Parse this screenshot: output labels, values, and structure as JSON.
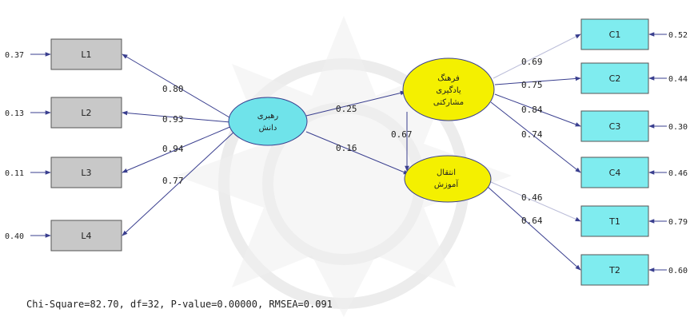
{
  "colors": {
    "indicator_gray": "#c8c8c8",
    "indicator_cyan": "#7fecef",
    "latent_cyan": "#6fe3ea",
    "latent_yellow": "#f4f000",
    "arrow": "#3a3f8f",
    "watermark": "#e9e9e9"
  },
  "latents": {
    "leadership": {
      "line1": "رهبری",
      "line2": "دانش"
    },
    "culture": {
      "line1": "فرهنگ",
      "line2": "یادگیری",
      "line3": "مشارکتی"
    },
    "transfer": {
      "line1": "انتقال",
      "line2": "آموزش"
    }
  },
  "indicators": {
    "L1": {
      "label": "L1",
      "error": "0.37",
      "loading": "0.80"
    },
    "L2": {
      "label": "L2",
      "error": "0.13",
      "loading": "0.93"
    },
    "L3": {
      "label": "L3",
      "error": "0.11",
      "loading": "0.94"
    },
    "L4": {
      "label": "L4",
      "error": "0.40",
      "loading": "0.77"
    },
    "C1": {
      "label": "C1",
      "error": "0.52",
      "loading": "0.69"
    },
    "C2": {
      "label": "C2",
      "error": "0.44",
      "loading": "0.75"
    },
    "C3": {
      "label": "C3",
      "error": "0.30",
      "loading": "0.84"
    },
    "C4": {
      "label": "C4",
      "error": "0.46",
      "loading": "0.74"
    },
    "T1": {
      "label": "T1",
      "error": "0.79",
      "loading": "0.46"
    },
    "T2": {
      "label": "T2",
      "error": "0.60",
      "loading": "0.64"
    }
  },
  "paths": {
    "leadership_to_culture": "0.25",
    "leadership_to_transfer": "0.16",
    "culture_to_transfer": "0.67"
  },
  "fit": "Chi-Square=82.70, df=32, P-value=0.00000, RMSEA=0.091"
}
